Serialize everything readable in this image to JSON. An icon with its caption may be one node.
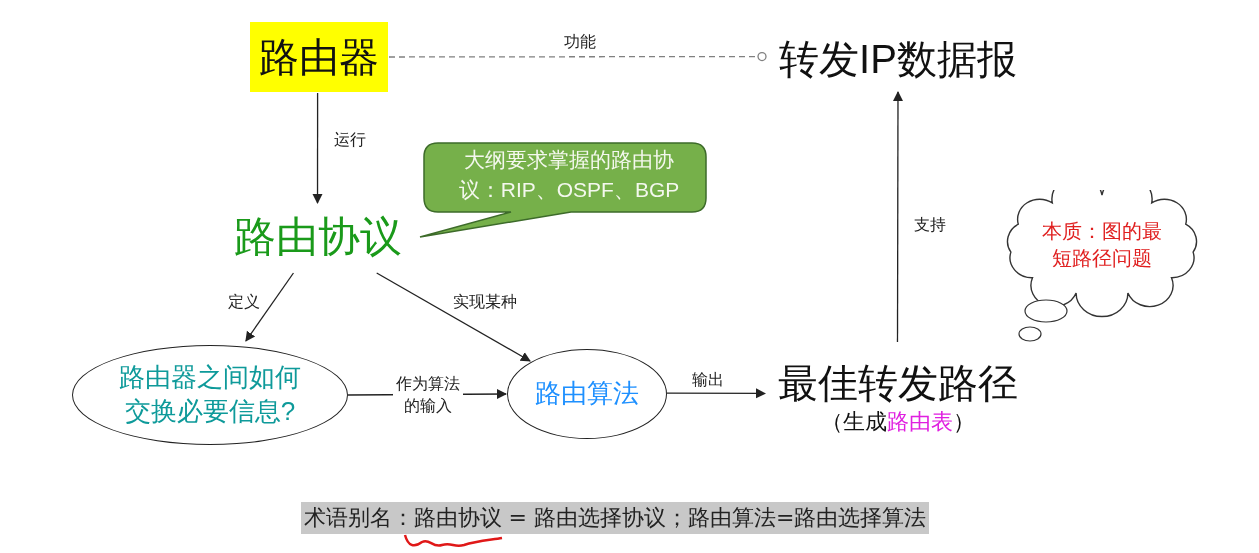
{
  "diagram": {
    "nodes": [
      {
        "text": [
          "路由器"
        ]
      },
      {
        "text": [
          "转发IP数据报"
        ]
      },
      {
        "text": [
          "路由协议"
        ]
      },
      {
        "text": [
          "大纲要求掌握的路由协议：RIP、OSPF、BGP"
        ]
      },
      {
        "text": [
          "本质：图的最短路径问题"
        ]
      },
      {
        "text": [
          "路由器之间如何交换必要信息?"
        ]
      },
      {
        "text": [
          "路由算法"
        ]
      },
      {
        "text": [
          "最佳转发路径"
        ],
        "beside": [
          "（生成**路由表**）"
        ]
      }
    ],
    "edges": [
      {
        "from": 0,
        "to": 1,
        "arrow": "other",
        "label": "功能",
        "style": "dashed",
        "color": "#808080"
      },
      {
        "from": 0,
        "to": 2,
        "arrow": "to",
        "label": "运行"
      },
      {
        "from": 2,
        "to": 5,
        "arrow": "to",
        "label": "定义"
      },
      {
        "from": 2,
        "to": 6,
        "arrow": "to",
        "label": "实现某种"
      },
      {
        "from": 5,
        "to": 6,
        "arrow": "to",
        "label": "作为算法的输入"
      },
      {
        "from": 6,
        "to": 7,
        "arrow": "to",
        "label": "输出"
      },
      {
        "from": 7,
        "to": 1,
        "arrow": "to",
        "label": "支持"
      }
    ],
    "labels": [
      "术语别名：路由协议 = 路由选择协议；路由算法=路由选择算法"
    ]
  }
}
